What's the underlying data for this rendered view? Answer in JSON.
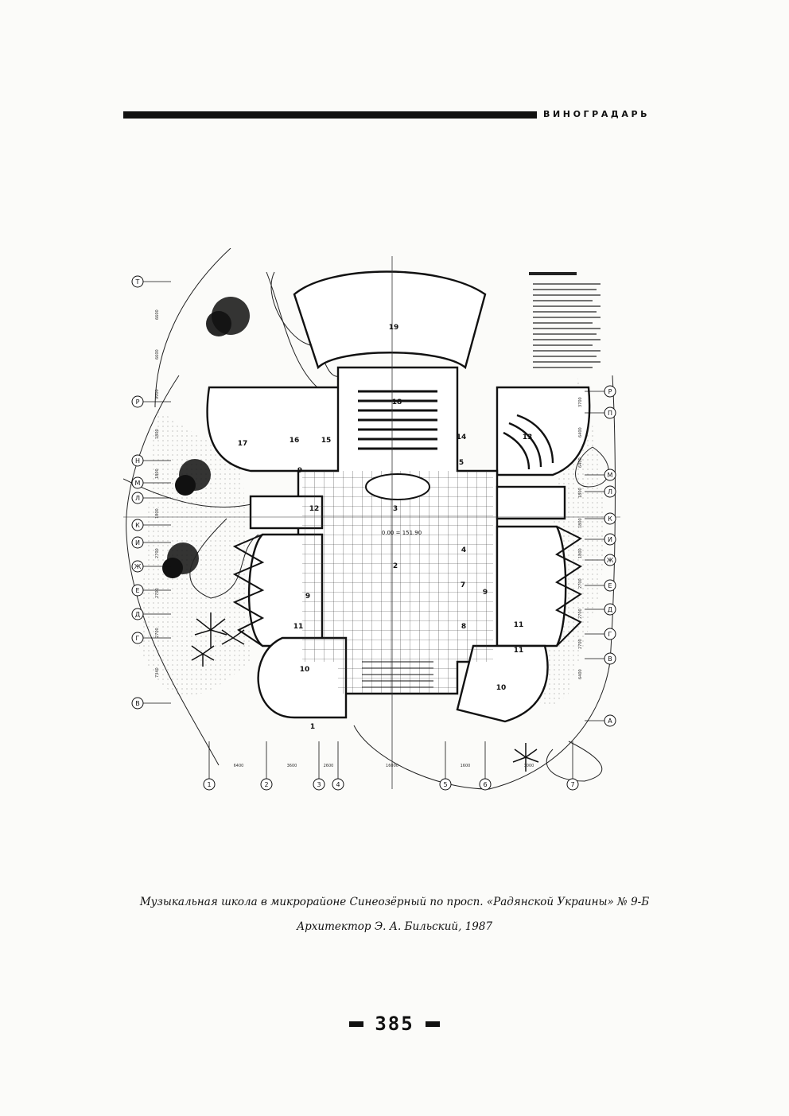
{
  "header": {
    "title": "ВИНОГРАДАРЬ"
  },
  "plan": {
    "room_labels": {
      "r1": "1",
      "r2": "2",
      "r3": "3",
      "r4": "4",
      "r5": "5",
      "r7": "7",
      "r8": "8",
      "r9a": "9",
      "r9b": "9",
      "r9c": "9",
      "r10a": "10",
      "r10b": "10",
      "r11a": "11",
      "r11b": "11",
      "r11c": "11",
      "r12": "12",
      "r13": "13",
      "r14": "14",
      "r15": "15",
      "r16": "16",
      "r17": "17",
      "r18": "18",
      "r19": "19"
    },
    "elevation": "0.00 = 151.90",
    "axes_left": [
      "Т",
      "Р",
      "Н",
      "М",
      "Л",
      "К",
      "И",
      "Ж",
      "Е",
      "Д",
      "Г",
      "В"
    ],
    "axes_right": [
      "Р",
      "П",
      "М",
      "Л",
      "К",
      "И",
      "Ж",
      "Е",
      "Д",
      "Г",
      "В",
      "А"
    ],
    "axes_bottom": [
      "1",
      "2",
      "3",
      "4",
      "5",
      "6",
      "7"
    ],
    "dims_left": [
      "6600",
      "6600",
      "9900",
      "1800",
      "1800",
      "1800",
      "2700",
      "2700",
      "2700",
      "7340"
    ],
    "dims_right": [
      "3700",
      "6400",
      "6400",
      "1800",
      "1800",
      "1800",
      "2700",
      "2700",
      "2700",
      "6400"
    ],
    "dims_bottom": [
      "6400",
      "3600",
      "2600",
      "16000",
      "1600",
      "3000"
    ]
  },
  "caption": {
    "line1": "Музыкальная школа в микрорайоне Синеозёрный по просп. «Радянской Украины» № 9-Б",
    "line2": "Архитектор Э. А. Бильский, 1987"
  },
  "folio": {
    "page_number": "385"
  }
}
